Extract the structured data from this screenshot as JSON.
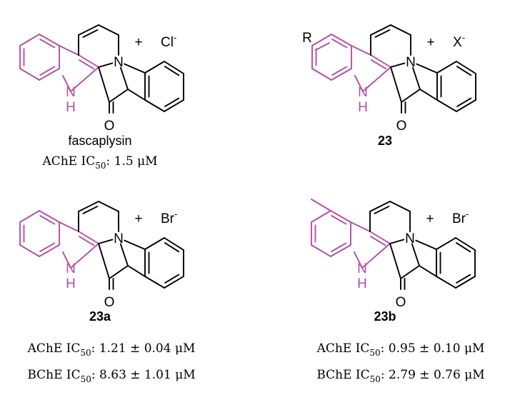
{
  "colors": {
    "pink": "#b24fa6",
    "black": "#000000"
  },
  "atoms": {
    "N": "N",
    "H": "H",
    "O": "O",
    "plus": "+",
    "R": "R"
  },
  "compounds": [
    {
      "id": "fascaplysin",
      "label": "fascaplysin",
      "label_bold": false,
      "counterion": "Cl",
      "charge": "-",
      "methyl": false,
      "r_group": false,
      "activities": [
        {
          "enzyme": "AChE",
          "prefix": "IC",
          "sub": "50",
          "value": ": 1.5 μM"
        }
      ]
    },
    {
      "id": "23",
      "label": "23",
      "label_bold": true,
      "counterion": "X",
      "charge": "-",
      "methyl": false,
      "r_group": true,
      "activities": []
    },
    {
      "id": "23a",
      "label": "23a",
      "label_bold": true,
      "counterion": "Br",
      "charge": "-",
      "methyl": false,
      "r_group": false,
      "activities": [
        {
          "enzyme": "AChE",
          "prefix": "IC",
          "sub": "50",
          "value": ": 1.21 ± 0.04 μM"
        },
        {
          "enzyme": "BChE",
          "prefix": "IC",
          "sub": "50",
          "value": ": 8.63 ± 1.01 μM"
        }
      ]
    },
    {
      "id": "23b",
      "label": "23b",
      "label_bold": true,
      "counterion": "Br",
      "charge": "-",
      "methyl": true,
      "r_group": false,
      "activities": [
        {
          "enzyme": "AChE",
          "prefix": "IC",
          "sub": "50",
          "value": ": 0.95 ± 0.10 μM"
        },
        {
          "enzyme": "BChE",
          "prefix": "IC",
          "sub": "50",
          "value": ": 2.79 ± 0.76 μM"
        }
      ]
    }
  ]
}
